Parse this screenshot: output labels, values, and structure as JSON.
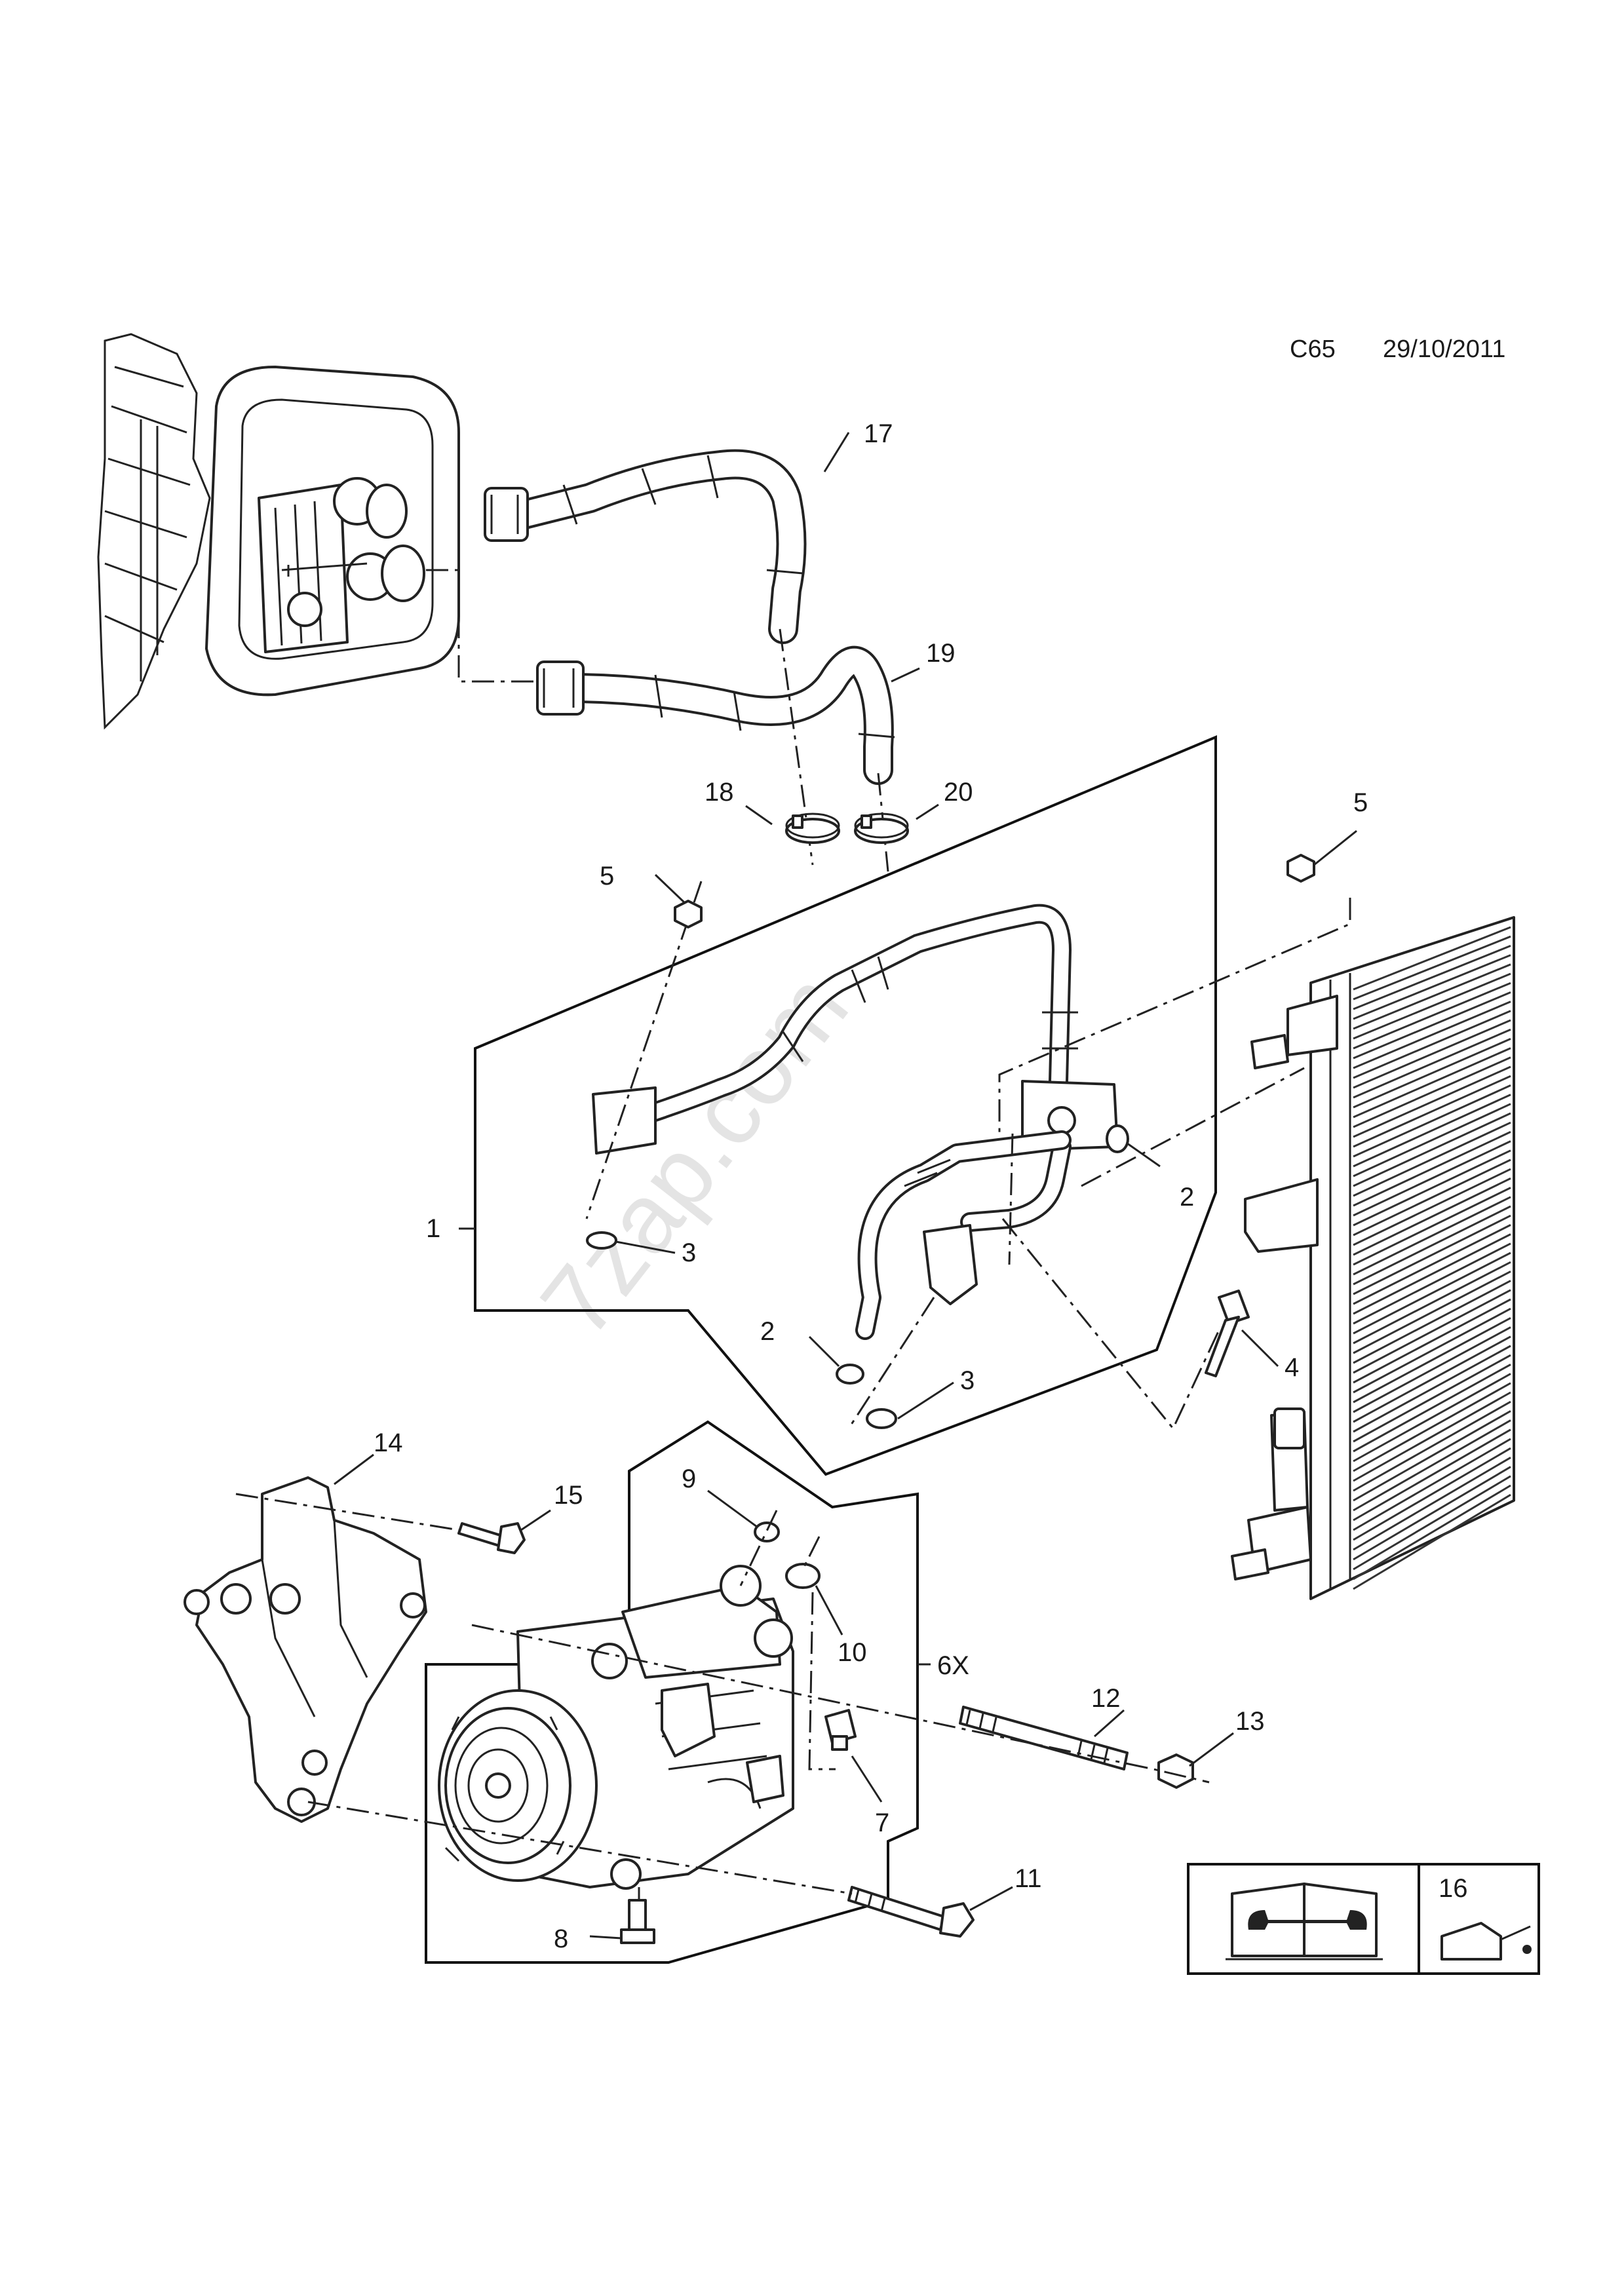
{
  "header": {
    "code": "C65",
    "date": "29/10/2011"
  },
  "watermark": "7zap.com",
  "callouts": {
    "c1": "1",
    "c2a": "2",
    "c2b": "2",
    "c3a": "3",
    "c3b": "3",
    "c4": "4",
    "c5a": "5",
    "c5b": "5",
    "c6x": "6X",
    "c7": "7",
    "c8": "8",
    "c9": "9",
    "c10": "10",
    "c11": "11",
    "c12": "12",
    "c13": "13",
    "c14": "14",
    "c15": "15",
    "c16": "16",
    "c17": "17",
    "c18": "18",
    "c19": "19",
    "c20": "20"
  },
  "icons": {
    "manual": "book-wrench-icon",
    "oil": "oil-can-icon"
  },
  "colors": {
    "line": "#222222",
    "background": "#ffffff"
  }
}
